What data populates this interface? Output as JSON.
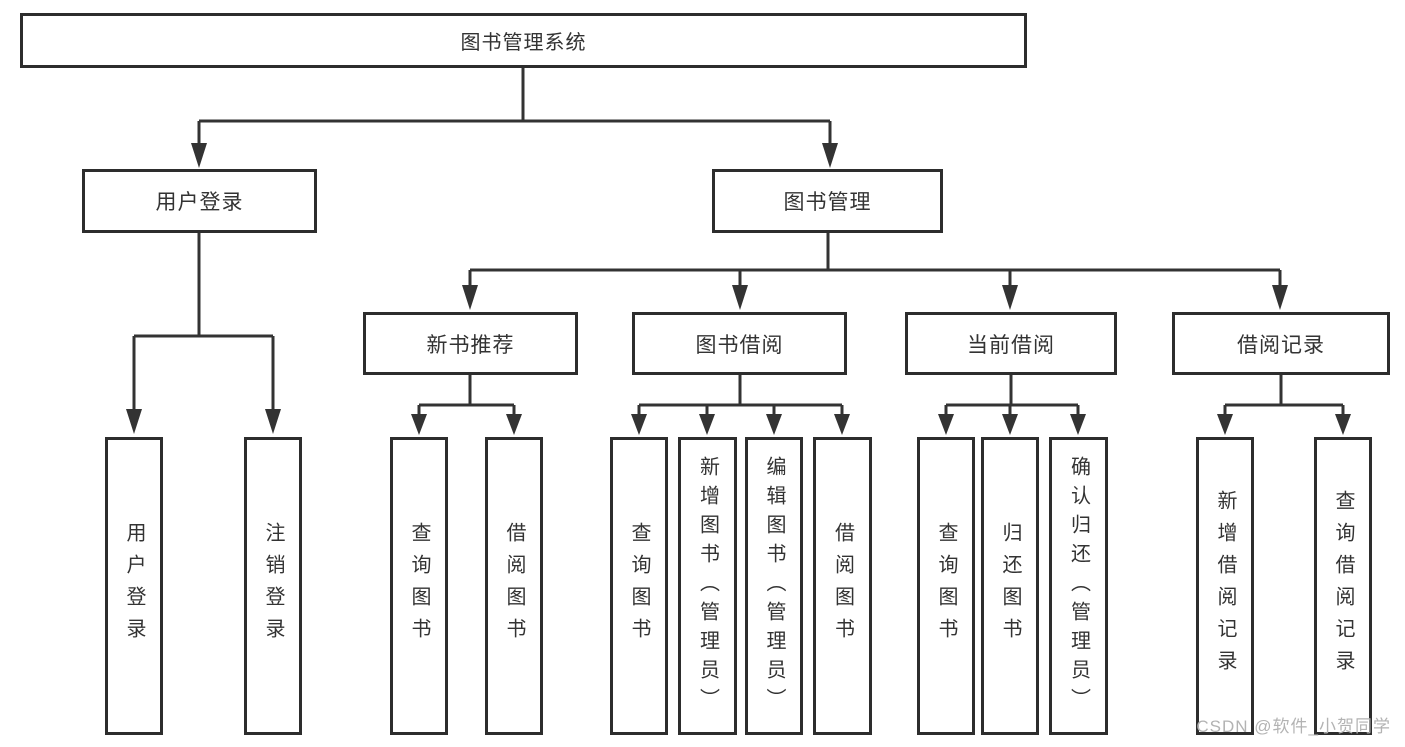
{
  "diagram": {
    "type": "hierarchy-tree",
    "root": "图书管理系统",
    "branches": {
      "user_login": {
        "label": "用户登录",
        "children": [
          "用户登录",
          "注销登录"
        ]
      },
      "book_mgmt": {
        "label": "图书管理",
        "groups": [
          {
            "label": "新书推荐",
            "children": [
              "查询图书",
              "借阅图书"
            ]
          },
          {
            "label": "图书借阅",
            "children": [
              "查询图书",
              "新增图书（管理员）",
              "编辑图书（管理员）",
              "借阅图书"
            ]
          },
          {
            "label": "当前借阅",
            "children": [
              "查询图书",
              "归还图书",
              "确认归还（管理员）"
            ]
          },
          {
            "label": "借阅记录",
            "children": [
              "新增借阅记录",
              "查询借阅记录"
            ]
          }
        ]
      }
    },
    "watermark": {
      "text": "CSDN @软件_小贺同学"
    },
    "colors": {
      "line": "#333333",
      "box_border": "#2d2d2d",
      "text": "#333333",
      "watermark": "#b3b3b3",
      "background": "#ffffff"
    }
  }
}
